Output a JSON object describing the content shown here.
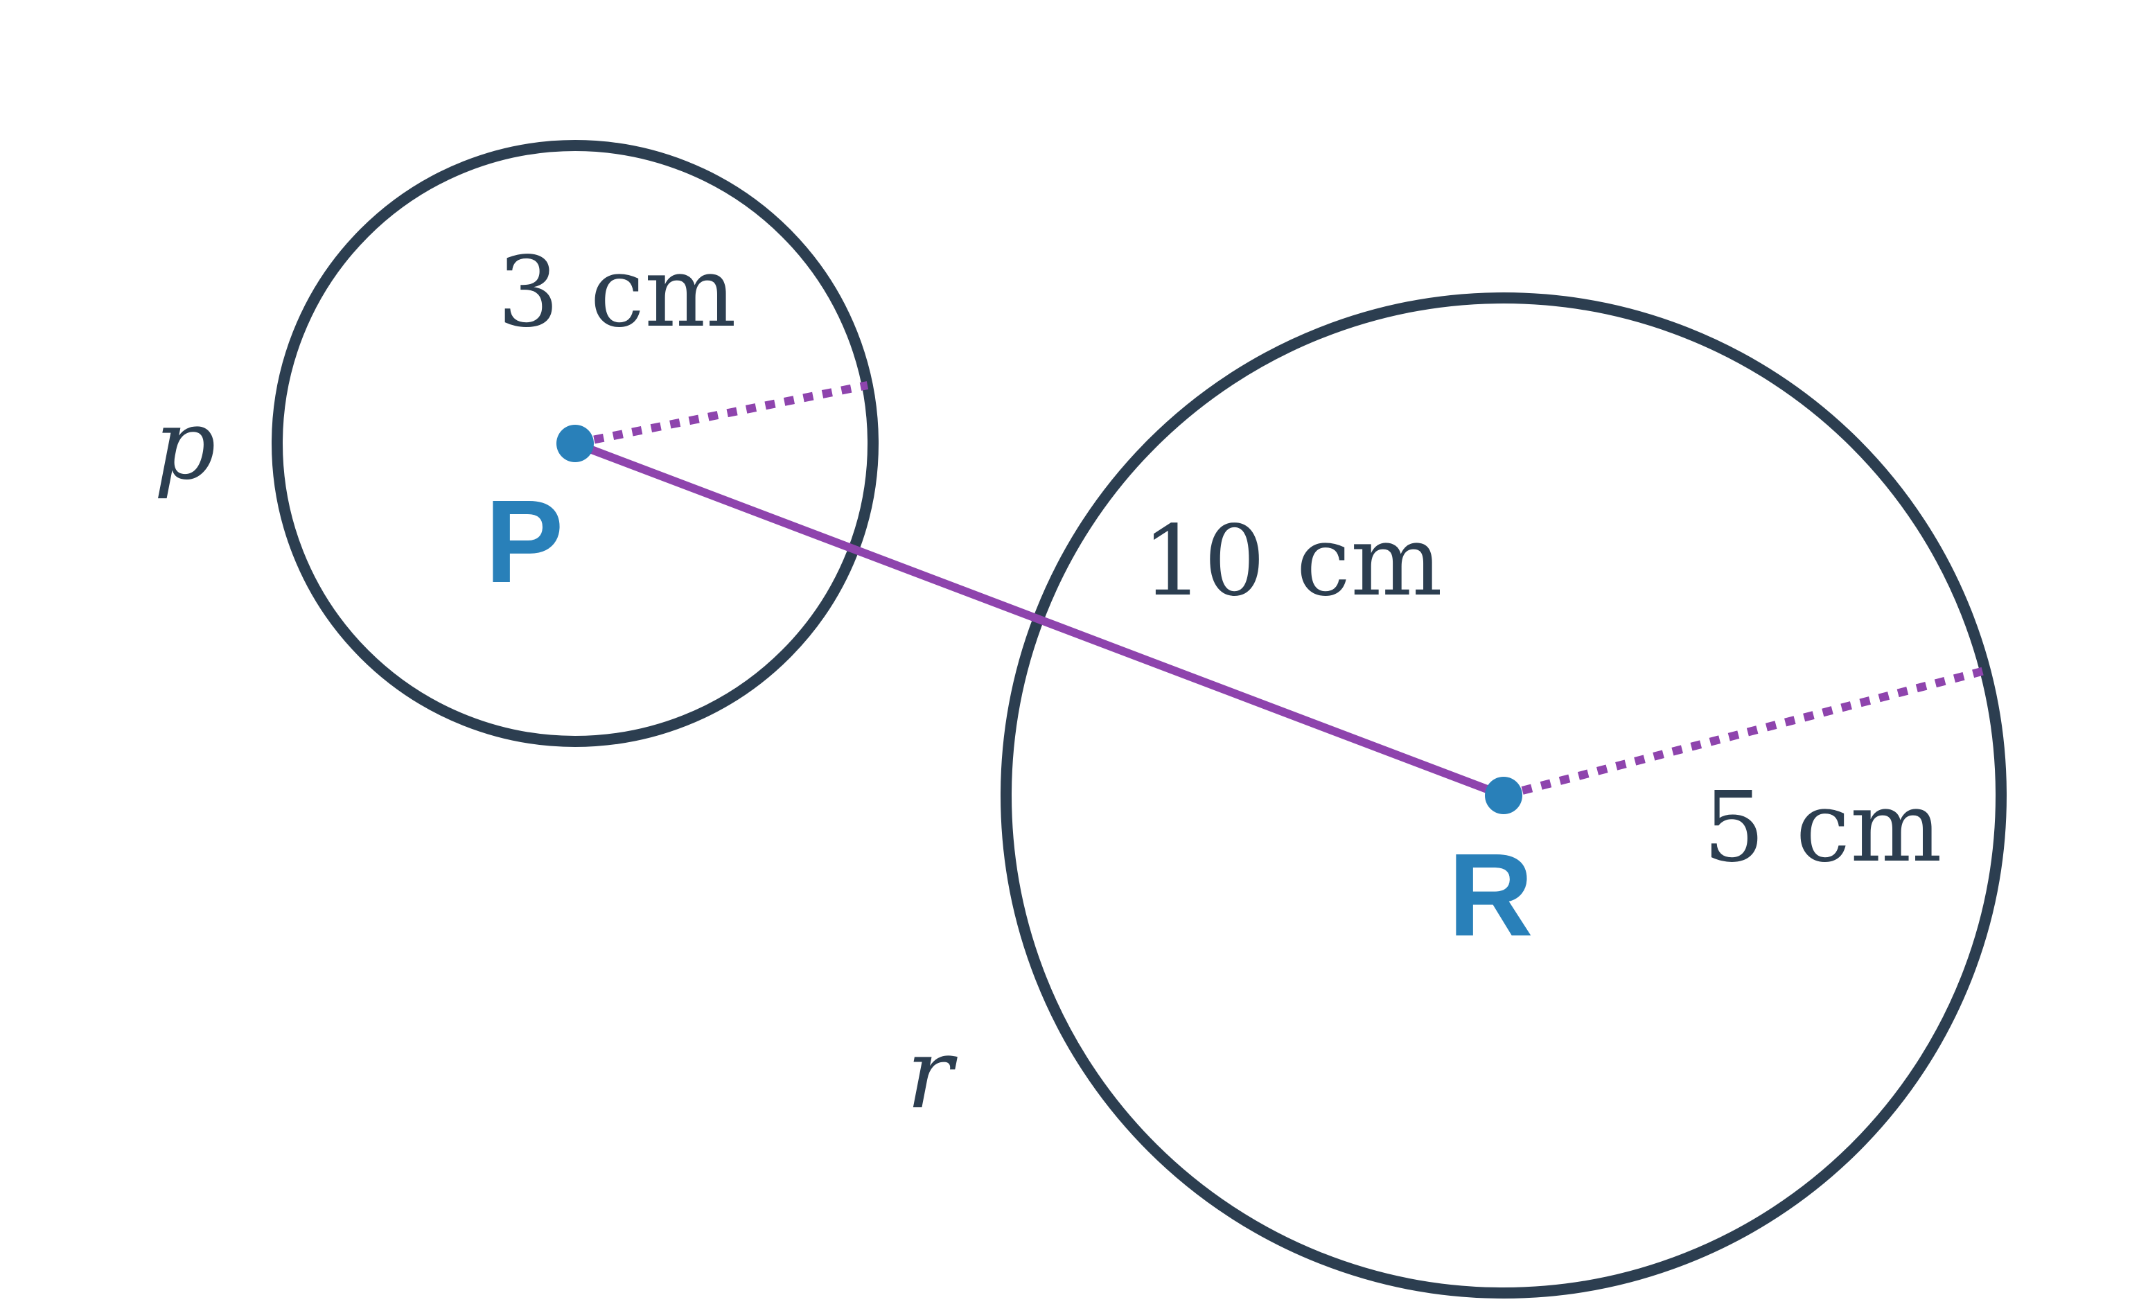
{
  "colors": {
    "circle_stroke": "#2c3e50",
    "segment": "#8e44ad",
    "center_point": "#2980b9",
    "text": "#2c3e50"
  },
  "circles": [
    {
      "center_label": "P",
      "circle_label": "p",
      "radius_label": "3 cm"
    },
    {
      "center_label": "R",
      "circle_label": "r",
      "radius_label": "5 cm"
    }
  ],
  "distance_label": "10 cm"
}
